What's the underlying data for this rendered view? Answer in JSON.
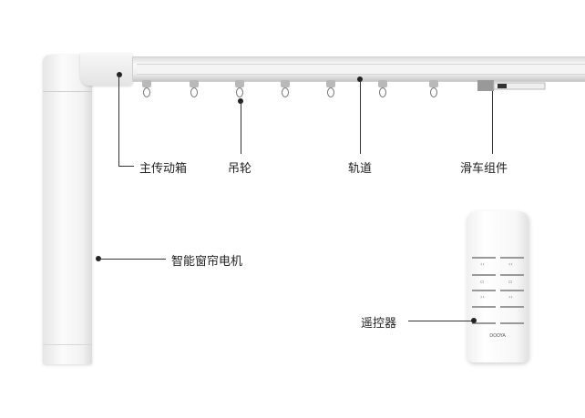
{
  "labels": {
    "gearbox": "主传动箱",
    "pulley": "吊轮",
    "track": "轨道",
    "slider": "滑车组件",
    "motor": "智能窗帘电机",
    "remote": "遥控器"
  },
  "remote_brand": "DOOYA",
  "colors": {
    "body": "#f5f5f5",
    "leader_line": "#333333"
  }
}
